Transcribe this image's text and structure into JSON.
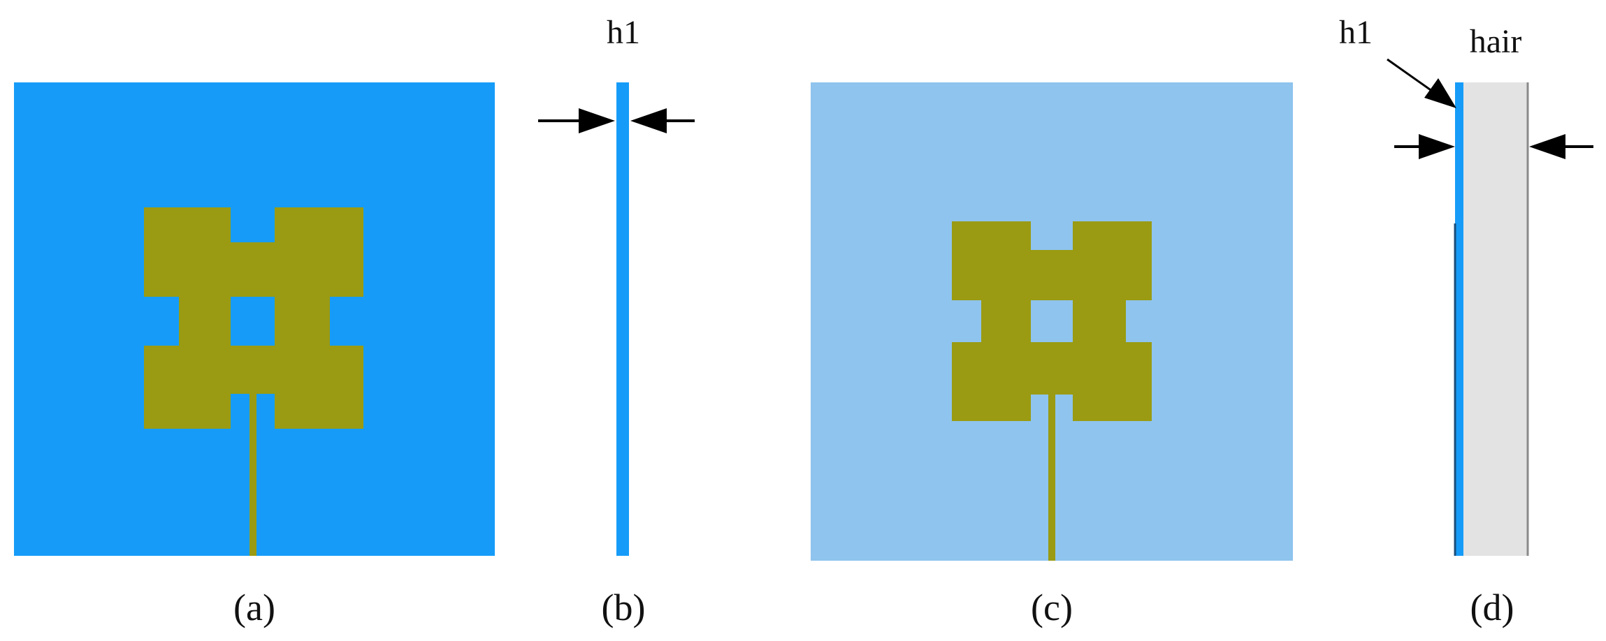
{
  "labels": {
    "a": "(a)",
    "b": "(b)",
    "c": "(c)",
    "d": "(d)"
  },
  "dimensions": {
    "b_top": "h1",
    "d_left": "h1",
    "d_right": "hair"
  },
  "colors": {
    "substrate": "#169cf8",
    "substrate_light": "#8ec4ed",
    "patch": "#9a9b12",
    "air_layer": "#e3e3e3",
    "arrow": "#000000"
  }
}
